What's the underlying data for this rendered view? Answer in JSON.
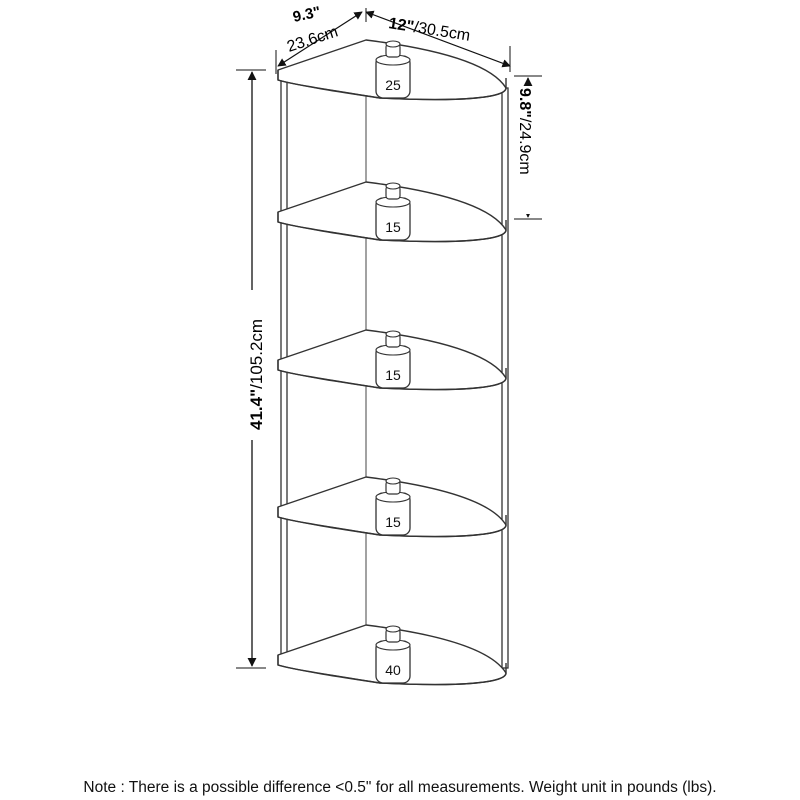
{
  "dimensions": {
    "depth_in": "9.3\"",
    "depth_cm": "23.6cm",
    "width_in": "12\"",
    "width_cm": "/30.5cm",
    "height_in": "41.4\"",
    "height_cm": "/105.2cm",
    "spacing_in": "9.8\"",
    "spacing_cm": "/24.9cm"
  },
  "shelves": [
    {
      "weight": "25"
    },
    {
      "weight": "15"
    },
    {
      "weight": "15"
    },
    {
      "weight": "15"
    },
    {
      "weight": "40"
    }
  ],
  "note": "Note : There is a possible difference <0.5\" for all measurements. Weight unit in pounds (lbs)."
}
